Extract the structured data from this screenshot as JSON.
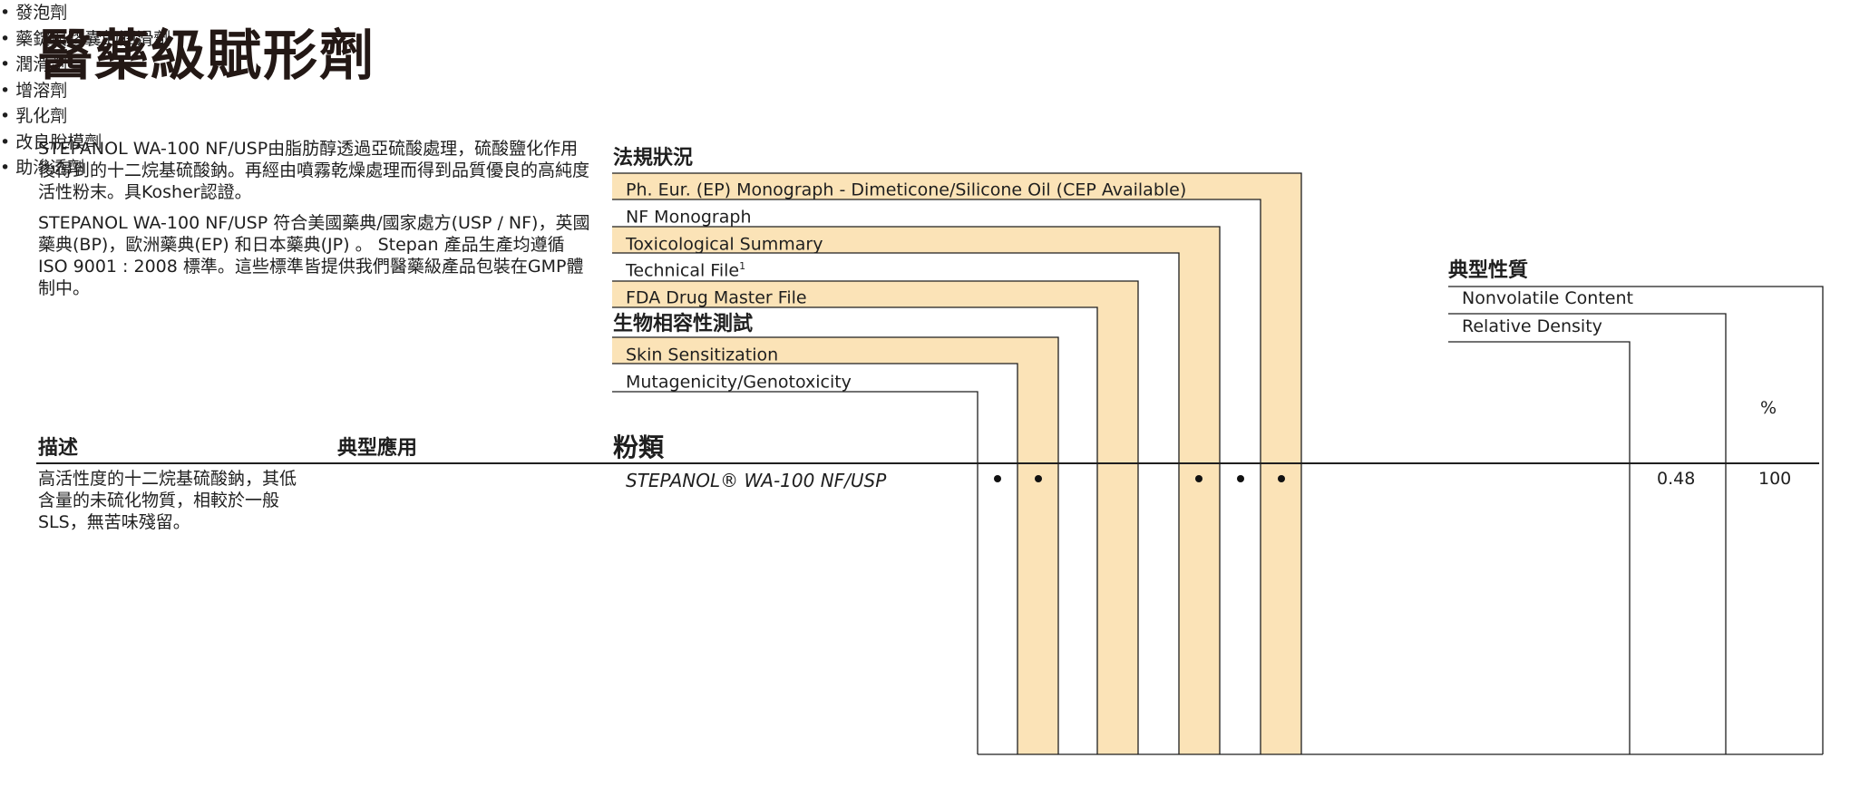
{
  "title": "醫藥級賦形劑",
  "intro": [
    "STEPANOL WA-100 NF/USP由脂肪醇透過亞硫酸處理，硫酸鹽化作用後得到的十二烷基硫酸鈉。再經由噴霧乾燥處理而得到品質優良的高純度活性粉末。具Kosher認證。",
    "STEPANOL WA-100 NF/USP 符合美國藥典/國家處方(USP / NF)，英國藥典(BP)，歐洲藥典(EP) 和日本藥典(JP) 。 Stepan 產品生產均遵循 ISO 9001 : 2008 標準。這些標準皆提供我們醫藥級產品包裝在GMP體制中。"
  ],
  "regulatory": {
    "title": "法規狀況",
    "items": [
      {
        "label": "Ph. Eur. (EP) Monograph - Dimeticone/Silicone Oil (CEP Available)",
        "sup": "",
        "shaded": true
      },
      {
        "label": "NF Monograph",
        "sup": "",
        "shaded": false
      },
      {
        "label": "Toxicological Summary",
        "sup": "",
        "shaded": true
      },
      {
        "label": "Technical File",
        "sup": "1",
        "shaded": false
      },
      {
        "label": "FDA Drug Master File",
        "sup": "",
        "shaded": true
      }
    ]
  },
  "biocompat": {
    "title": "生物相容性測試",
    "items": [
      {
        "label": "Skin Sensitization",
        "sup": "",
        "shaded": true
      },
      {
        "label": "Mutagenicity/Genotoxicity",
        "sup": "",
        "shaded": false
      }
    ]
  },
  "typical_props": {
    "title": "典型性質",
    "items": [
      "Nonvolatile Content",
      "Relative Density"
    ],
    "unit": "%"
  },
  "columns": {
    "description": "描述",
    "applications": "典型應用",
    "powder": "粉類"
  },
  "product": {
    "description": "高活性度的十二烷基硫酸鈉，其低含量的未硫化物質，相較於一般SLS，無苦味殘留。",
    "applications": [
      "發泡劑",
      "藥錠與膠囊的潤滑劑",
      "潤滑劑",
      "增溶劑",
      "乳化劑",
      "改良脫模劑",
      "助滲透劑"
    ],
    "name": "STEPANOL® WA-100 NF/USP",
    "marks": {
      "mutagenicity": true,
      "skin_sensitization": true,
      "fda_dmf": false,
      "technical_file": true,
      "toxicological_summary": true,
      "nf_monograph": true,
      "ph_eur": false
    },
    "relative_density": "0.48",
    "nonvolatile_content": "100"
  },
  "colors": {
    "shade": "#FBE3B7",
    "line": "#1f1f1f",
    "title": "#231815"
  }
}
